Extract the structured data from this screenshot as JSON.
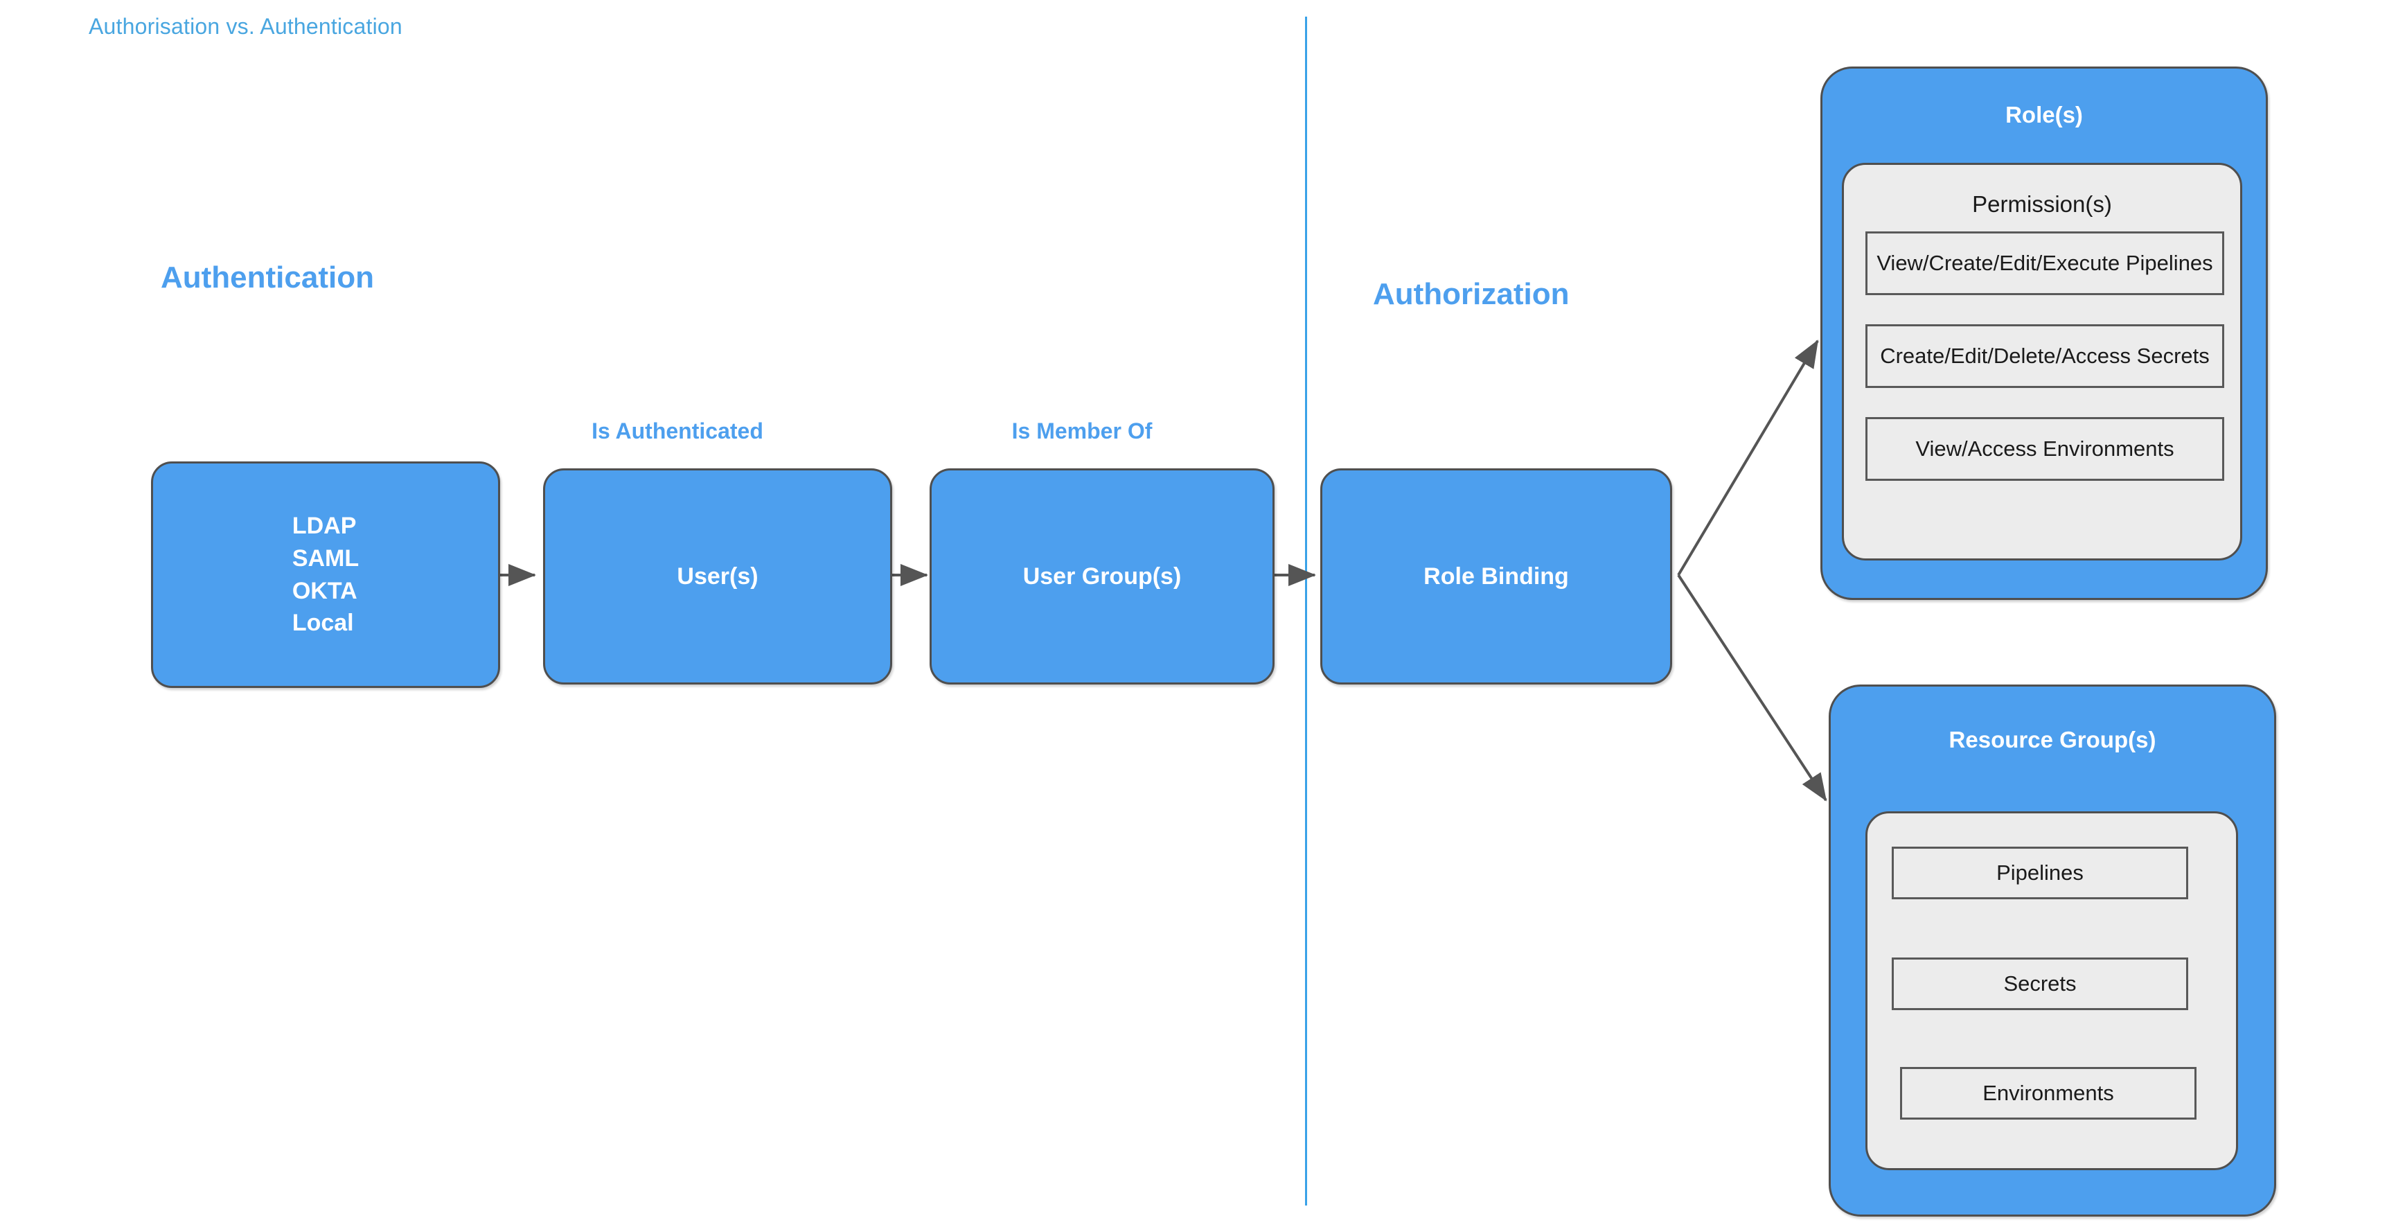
{
  "document": {
    "title": "Authorisation vs. Authentication"
  },
  "colors": {
    "title_blue": "#49a6e0",
    "heading_blue": "#4d9fee",
    "box_fill_blue": "#4d9fee",
    "box_border": "#4f4f4f",
    "panel_gray": "#ececec",
    "item_border": "#595959",
    "divider_blue": "#3aa2e8",
    "arrow_gray": "#555555",
    "box_text": "#ffffff",
    "panel_text": "#1a1a1a"
  },
  "sections": {
    "left_heading": "Authentication",
    "right_heading": "Authorization"
  },
  "flow": {
    "boxes": [
      {
        "id": "identity-providers",
        "lines": [
          "LDAP",
          "SAML",
          "OKTA",
          "Local"
        ]
      },
      {
        "id": "users",
        "lines": [
          "User(s)"
        ]
      },
      {
        "id": "user-groups",
        "lines": [
          "User Group(s)"
        ]
      },
      {
        "id": "role-binding",
        "lines": [
          "Role Binding"
        ]
      }
    ],
    "edge_labels": [
      {
        "id": "is-authenticated",
        "text": "Is Authenticated"
      },
      {
        "id": "is-member-of",
        "text": "Is Member Of"
      }
    ]
  },
  "cards": [
    {
      "id": "roles",
      "title": "Role(s)",
      "panel_title": "Permission(s)",
      "items": [
        "View/Create/Edit/Execute Pipelines",
        "Create/Edit/Delete/Access Secrets",
        "View/Access Environments"
      ]
    },
    {
      "id": "resource-groups",
      "title": "Resource Group(s)",
      "panel_title": "",
      "items": [
        "Pipelines",
        "Secrets",
        "Environments"
      ]
    }
  ]
}
